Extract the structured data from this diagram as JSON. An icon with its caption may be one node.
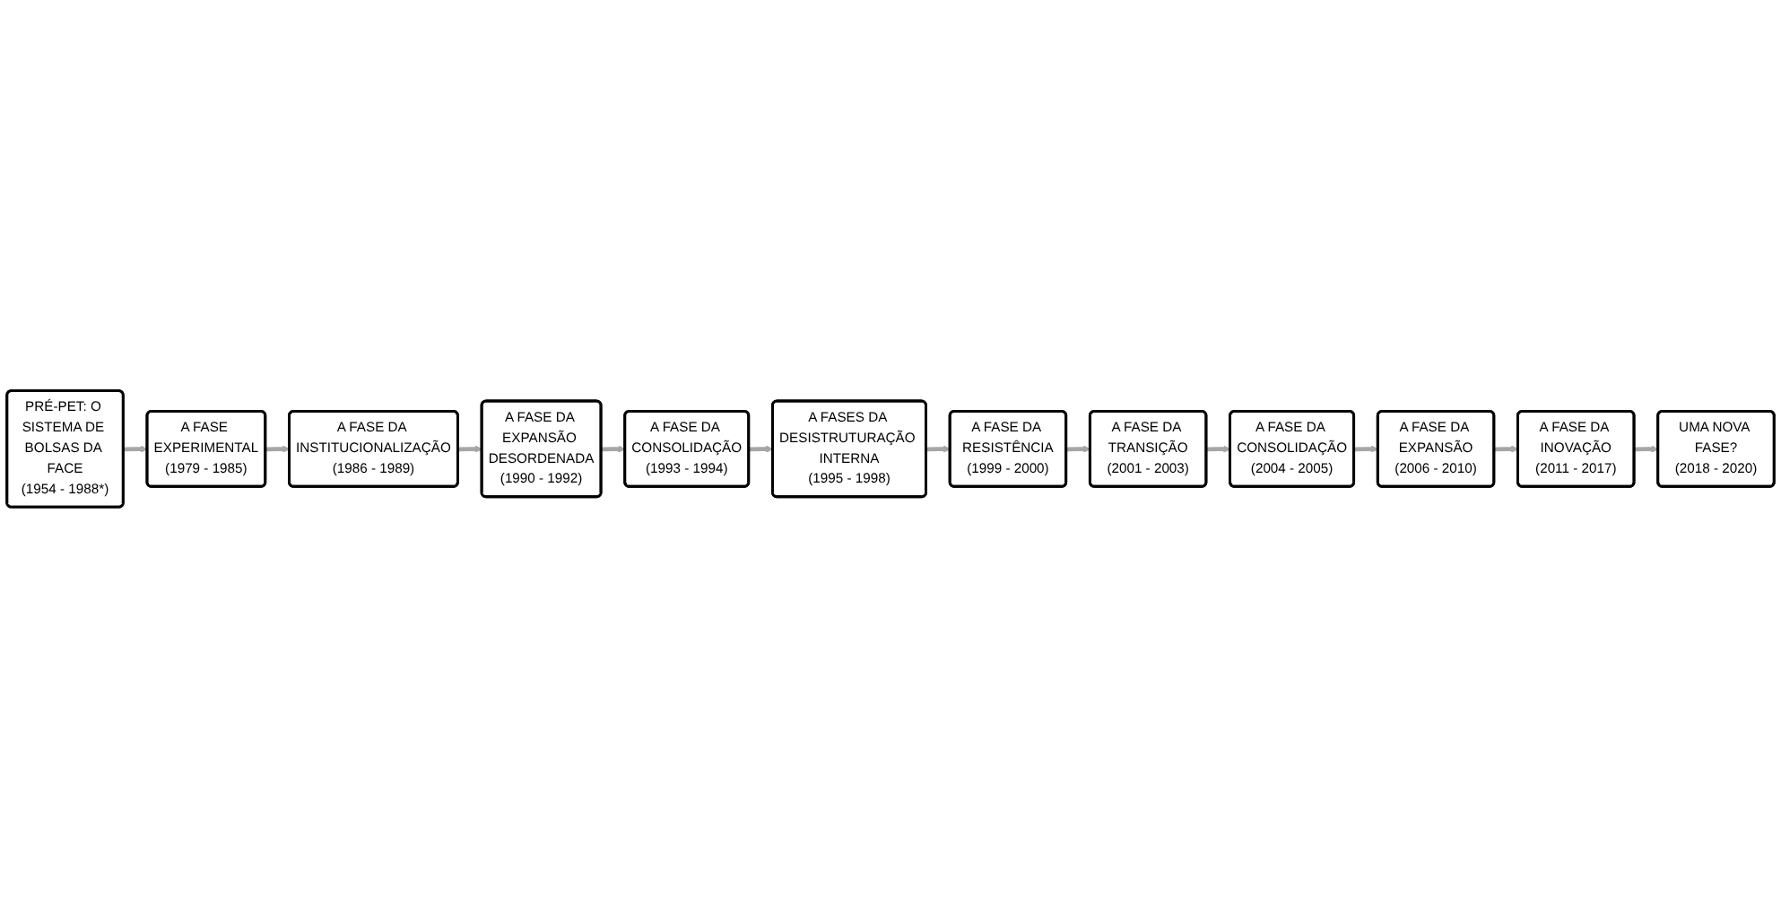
{
  "diagram": {
    "nodes": [
      {
        "text": [
          "PRÉ-PET: O SISTEMA DE BOLSAS DA FACE",
          "(1954 - 1988*)"
        ]
      },
      {
        "text": [
          "A FASE EXPERIMENTAL",
          "(1979 - 1985)"
        ]
      },
      {
        "text": [
          "A FASE DA INSTITUCIONALIZAÇÃO",
          "(1986 - 1989)"
        ]
      },
      {
        "text": [
          "A FASE DA EXPANSÃO DESORDENADA",
          "(1990 - 1992)"
        ]
      },
      {
        "text": [
          "A FASE DA CONSOLIDAÇÃO",
          "(1993 - 1994)"
        ]
      },
      {
        "text": [
          "A FASES DA DESISTRUTURAÇÃO INTERNA",
          "(1995 - 1998)"
        ]
      },
      {
        "text": [
          "A FASE DA RESISTÊNCIA",
          "(1999 - 2000)"
        ]
      },
      {
        "text": [
          "A FASE DA TRANSIÇÃO",
          "(2001 - 2003)"
        ]
      },
      {
        "text": [
          "A FASE DA CONSOLIDAÇÃO",
          "(2004 - 2005)"
        ]
      },
      {
        "text": [
          "A FASE DA EXPANSÃO",
          "(2006 - 2010)"
        ]
      },
      {
        "text": [
          "A FASE DA INOVAÇÃO",
          "(2011 - 2017)"
        ]
      },
      {
        "text": [
          "UMA NOVA FASE?",
          "(2018 - 2020)"
        ]
      }
    ],
    "edges": [
      {
        "from": 0,
        "to": 1,
        "arrow": "to"
      },
      {
        "from": 1,
        "to": 2,
        "arrow": "to"
      },
      {
        "from": 2,
        "to": 3,
        "arrow": "to"
      },
      {
        "from": 3,
        "to": 4,
        "arrow": "to"
      },
      {
        "from": 4,
        "to": 5,
        "arrow": "to"
      },
      {
        "from": 5,
        "to": 6,
        "arrow": "to"
      },
      {
        "from": 6,
        "to": 7,
        "arrow": "to"
      },
      {
        "from": 7,
        "to": 8,
        "arrow": "to"
      },
      {
        "from": 8,
        "to": 9,
        "arrow": "to"
      },
      {
        "from": 9,
        "to": 10,
        "arrow": "to"
      },
      {
        "from": 10,
        "to": 11,
        "arrow": "to"
      }
    ]
  }
}
